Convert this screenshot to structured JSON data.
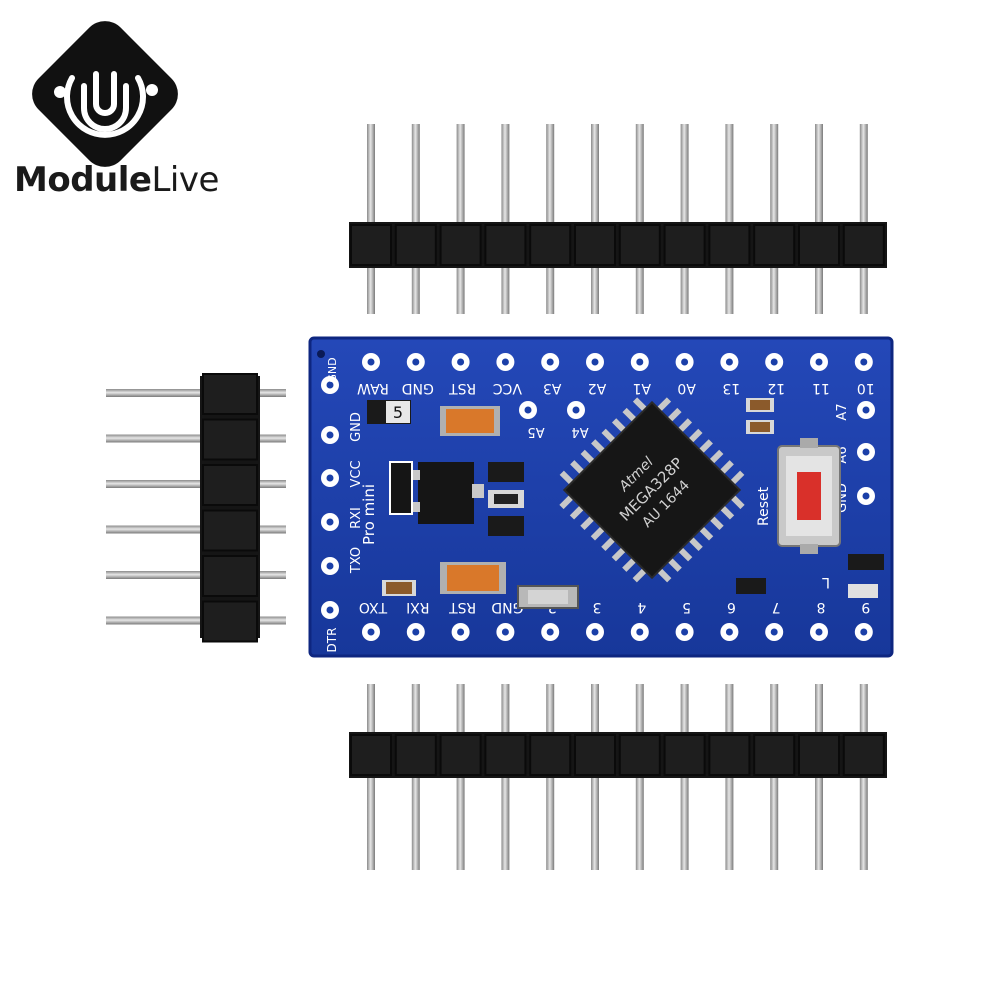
{
  "brand": {
    "name_bold": "Module",
    "name_light": "Live"
  },
  "colors": {
    "pcb": "#1a3fa8",
    "pcb_edge": "#10298a",
    "silk": "#ffffff",
    "header": "#161616",
    "pin": "#b8b8b8"
  },
  "board": {
    "top_labels": [
      "GND",
      "RAW",
      "GND",
      "RST",
      "VCC",
      "A3",
      "A2",
      "A1",
      "A0",
      "13",
      "12",
      "11",
      "10"
    ],
    "bottom_labels": [
      "DTR",
      "TXO",
      "RXI",
      "RST",
      "GND",
      "2",
      "3",
      "4",
      "5",
      "6",
      "7",
      "8",
      "9"
    ],
    "left_labels": [
      "GND",
      "VCC",
      "RXI",
      "TXO"
    ],
    "right_labels": [
      "A7",
      "A6",
      "GND"
    ],
    "inner_labels": [
      "A5",
      "A4"
    ],
    "model_label": "Pro mini",
    "reset_label": "Reset",
    "led_label": "L",
    "chip_lines": [
      "MEGA328P",
      "AU 1644"
    ],
    "chip_brand": "Atmel",
    "reg_marking": "5"
  }
}
